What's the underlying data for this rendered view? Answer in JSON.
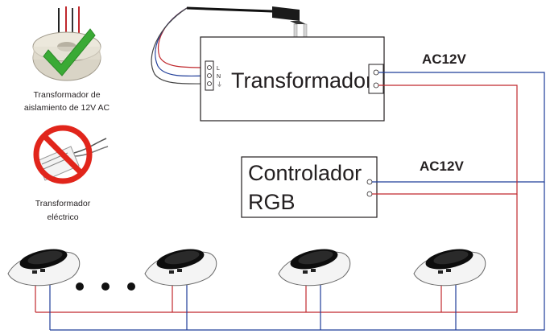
{
  "transformer": {
    "label": "Transformador",
    "terminals": [
      "L",
      "N",
      "⏚"
    ]
  },
  "controller": {
    "label_line1": "Controlador",
    "label_line2": "RGB"
  },
  "voltage_labels": {
    "top": "AC12V",
    "middle": "AC12V"
  },
  "legend": {
    "good": {
      "caption_line1": "Transformador de",
      "caption_line2": "aislamiento de 12V AC",
      "status_icon": "check-icon"
    },
    "bad": {
      "caption_line1": "Transformador",
      "caption_line2": "eléctrico",
      "status_icon": "prohibited-icon"
    }
  },
  "lights": {
    "count_shown": 4,
    "ellipsis": "• • •"
  },
  "colors": {
    "red_wire": "#c0282d",
    "blue_wire": "#1f3d99",
    "check_green": "#3aaa35",
    "forbid_red": "#e1251b",
    "line": "#231f20"
  }
}
